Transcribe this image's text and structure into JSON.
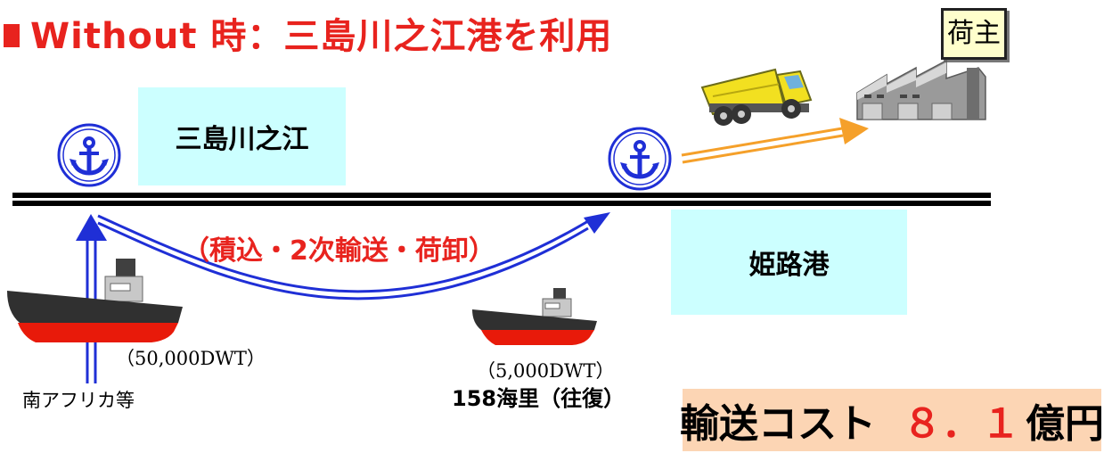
{
  "title": "Without 時：三島川之江港を利用",
  "shipper_label": "荷主",
  "port_mishima_label": "三島川之江",
  "port_himeji_label": "姫路港",
  "route_label": "（積込・2次輸送・荷卸）",
  "ship_large_label": "（50,000DWT）",
  "ship_small_label": "（5,000DWT）",
  "origin_label": "南アフリカ等",
  "distance_label": "158海里（往復）",
  "cost": {
    "prefix": "輸送コスト",
    "value": "８．１",
    "unit": "億円"
  },
  "colors": {
    "title": "#e8231e",
    "route_line": "#1f2fd6",
    "truck_route": "#f5a02a",
    "port_box": "#ccffff",
    "cost_box": "#fcd5b4"
  }
}
